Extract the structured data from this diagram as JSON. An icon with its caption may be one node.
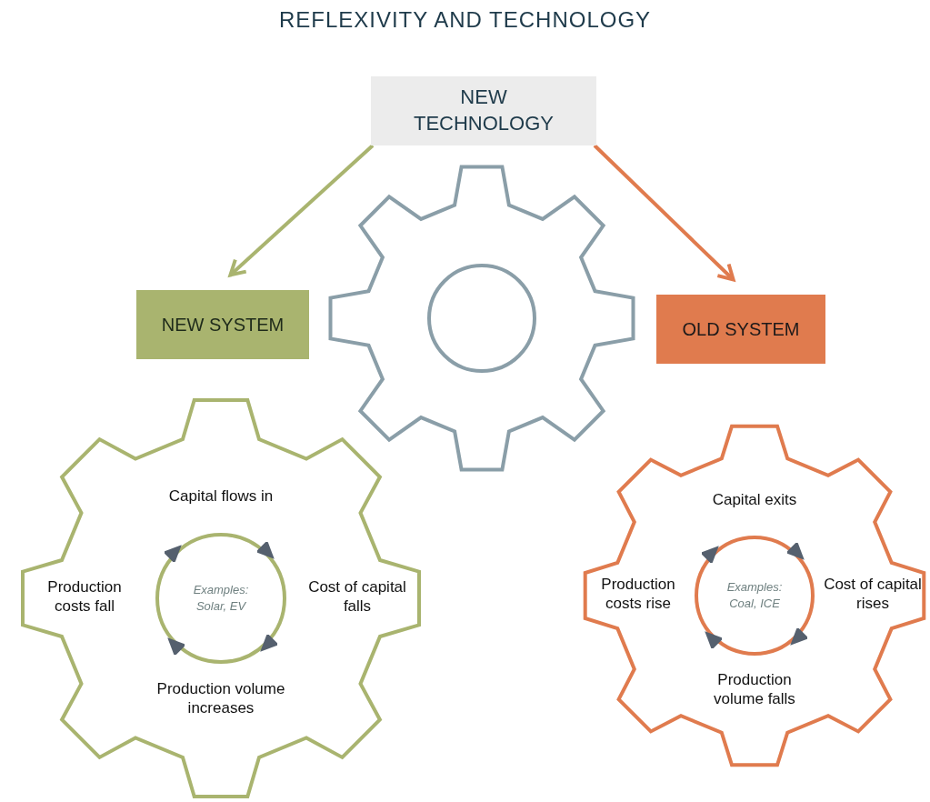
{
  "diagram": {
    "title": "REFLEXIVITY AND TECHNOLOGY",
    "nodes": [
      {
        "text": [
          "NEW TECHNOLOGY"
        ]
      },
      {
        "text": [
          "NEW SYSTEM"
        ]
      },
      {
        "text": [
          "OLD SYSTEM"
        ]
      },
      {
        "text": [],
        "shape": "gear"
      },
      {
        "text": [
          "Capital flows in"
        ],
        "in": 3
      },
      {
        "text": [
          "Production costs fall"
        ],
        "in": 3
      },
      {
        "text": [
          "Examples: Solar, EV"
        ],
        "in": 3
      },
      {
        "text": [
          "Cost of capital falls"
        ],
        "in": 3
      },
      {
        "text": [
          "Production volume increases"
        ],
        "in": 3
      },
      {
        "text": [],
        "shape": "gear"
      },
      {
        "text": [
          "Capital exits"
        ],
        "in": 9
      },
      {
        "text": [
          "Production costs rise"
        ],
        "in": 9
      },
      {
        "text": [
          "Examples: Coal, ICE"
        ],
        "in": 9
      },
      {
        "text": [
          "Cost of capital rises"
        ],
        "in": 9
      },
      {
        "text": [
          "Production volume falls"
        ],
        "in": 9
      }
    ],
    "edges": [
      {
        "from": 0,
        "to": 1,
        "arrow": "to",
        "color": "#a9b46f"
      },
      {
        "from": 0,
        "to": 2,
        "arrow": "to",
        "color": "#e07b4e"
      }
    ]
  }
}
